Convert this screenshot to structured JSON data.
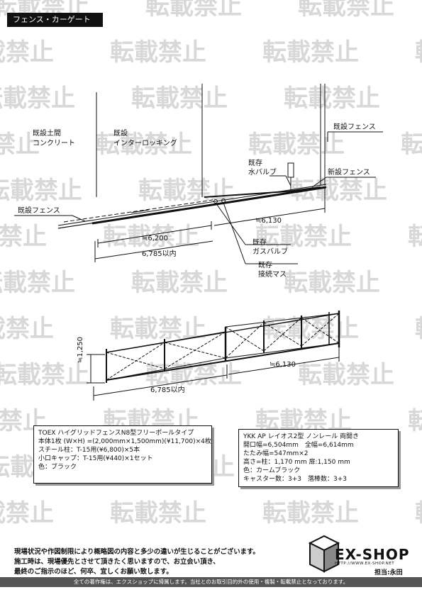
{
  "header": {
    "title": "フェンス・カーゲート"
  },
  "watermark": {
    "text": "転載禁止",
    "color": "#d8d8d8"
  },
  "plan": {
    "ground_label_1": "既設土間",
    "ground_label_2": "コンクリート",
    "paving_label_1": "既設",
    "paving_label_2": "インターロッキング",
    "existing_fence_top": "既設フェンス",
    "water_valve_1": "既存",
    "water_valve_2": "水バルブ",
    "new_fence": "新設フェンス",
    "existing_fence_left": "既設フェンス",
    "dim_6130": "≒6,130",
    "dim_6200": "≒6,200",
    "dim_6785": "6,785以内",
    "gas_valve_1": "既存",
    "gas_valve_2": "ガスバルブ",
    "joint_box_1": "既存",
    "joint_box_2": "接続マス"
  },
  "elevation": {
    "dim_height": "≒1,250",
    "dim_6130": "≒6,130",
    "dim_6785": "6,785以内"
  },
  "spec_fence": {
    "lines": [
      "TOEX ハイグリッドフェンスN8型フリーポールタイプ",
      "本体1枚 (W×H) =(2,000mm×1,500mm)(¥11,700)×4枚",
      "スチール柱：T-15用(¥6,800)×5本",
      "小口キャップ：T-15用(¥440)×1セット",
      "色：ブラック"
    ]
  },
  "spec_gate": {
    "lines": [
      "YKK AP レイオス2型 ノンレール 両開き",
      "開口幅=6,504mm　全幅=6,614mm",
      "たたみ幅=547mm×2",
      "高さ=柱：1,170 mm 扉:1,150 mm",
      "色：カームブラック",
      "キャスター数：3+3　落棒数：3+3"
    ]
  },
  "footer": {
    "line1": "現場状況や作図制限により概略図の内容と多少の違いが生じることがございます。",
    "line2": "施工時は、現場優先とさせて頂きたく思いますので、お立会い頂き、",
    "line3": "最終のご指示のほど、何卒、宜しくお願い致します。",
    "copyright": "全ての著作権は、エクスショップに帰属します。当社とのお取引目的外の使用・複製・転載禁止となっております。"
  },
  "logo": {
    "name": "EX-SHOP",
    "url": "HTTP://WWW.EX-SHOP.NET",
    "person": "担当:永田"
  }
}
